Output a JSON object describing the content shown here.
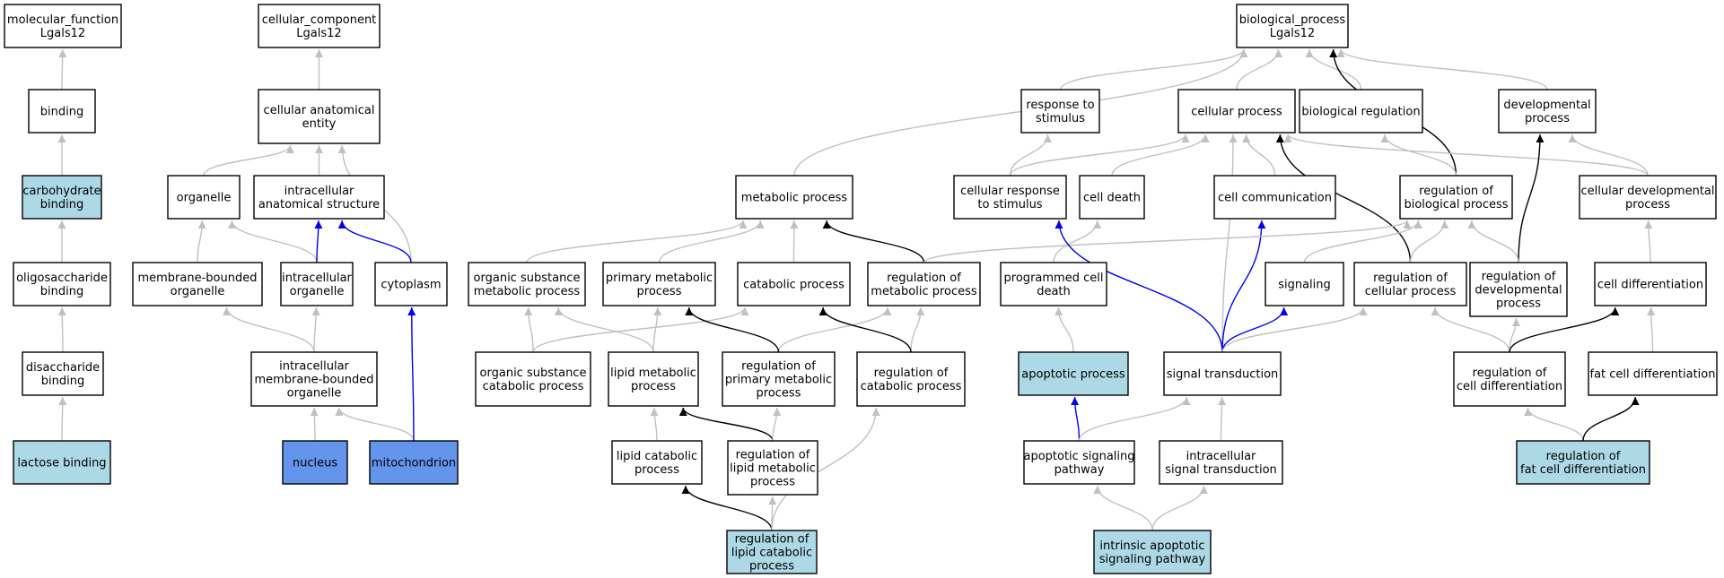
{
  "colors": {
    "plain": "#ffffff",
    "highlight": "#add8e6",
    "strong": "#6495ed",
    "edge_is_a": "#c0c0c0",
    "edge_regulates": "#000000",
    "edge_part_of": "#0000ee"
  },
  "nodes": [
    {
      "id": "mf",
      "lines": [
        "molecular_function",
        "Lgals12"
      ],
      "fill": "plain"
    },
    {
      "id": "binding",
      "lines": [
        "binding"
      ],
      "fill": "plain"
    },
    {
      "id": "carb",
      "lines": [
        "carbohydrate",
        "binding"
      ],
      "fill": "highlight"
    },
    {
      "id": "oligo",
      "lines": [
        "oligosaccharide",
        "binding"
      ],
      "fill": "plain"
    },
    {
      "id": "disacch",
      "lines": [
        "disaccharide",
        "binding"
      ],
      "fill": "plain"
    },
    {
      "id": "lactose",
      "lines": [
        "lactose binding"
      ],
      "fill": "highlight"
    },
    {
      "id": "cc",
      "lines": [
        "cellular_component",
        "Lgals12"
      ],
      "fill": "plain"
    },
    {
      "id": "cae",
      "lines": [
        "cellular anatomical",
        "entity"
      ],
      "fill": "plain"
    },
    {
      "id": "organelle",
      "lines": [
        "organelle"
      ],
      "fill": "plain"
    },
    {
      "id": "ias",
      "lines": [
        "intracellular",
        "anatomical structure"
      ],
      "fill": "plain"
    },
    {
      "id": "mbo",
      "lines": [
        "membrane-bounded",
        "organelle"
      ],
      "fill": "plain"
    },
    {
      "id": "io",
      "lines": [
        "intracellular",
        "organelle"
      ],
      "fill": "plain"
    },
    {
      "id": "cytoplasm",
      "lines": [
        "cytoplasm"
      ],
      "fill": "plain"
    },
    {
      "id": "imbo",
      "lines": [
        "intracellular",
        "membrane-bounded",
        "organelle"
      ],
      "fill": "plain"
    },
    {
      "id": "nucleus",
      "lines": [
        "nucleus"
      ],
      "fill": "strong"
    },
    {
      "id": "mito",
      "lines": [
        "mitochondrion"
      ],
      "fill": "strong"
    },
    {
      "id": "bp",
      "lines": [
        "biological_process",
        "Lgals12"
      ],
      "fill": "plain"
    },
    {
      "id": "rts",
      "lines": [
        "response to",
        "stimulus"
      ],
      "fill": "plain"
    },
    {
      "id": "cp",
      "lines": [
        "cellular process"
      ],
      "fill": "plain"
    },
    {
      "id": "br",
      "lines": [
        "biological regulation"
      ],
      "fill": "plain"
    },
    {
      "id": "dp",
      "lines": [
        "developmental",
        "process"
      ],
      "fill": "plain"
    },
    {
      "id": "mp",
      "lines": [
        "metabolic process"
      ],
      "fill": "plain"
    },
    {
      "id": "crs",
      "lines": [
        "cellular response",
        "to stimulus"
      ],
      "fill": "plain"
    },
    {
      "id": "cd",
      "lines": [
        "cell death"
      ],
      "fill": "plain"
    },
    {
      "id": "cc2",
      "lines": [
        "cell communication"
      ],
      "fill": "plain"
    },
    {
      "id": "rbp",
      "lines": [
        "regulation of",
        "biological process"
      ],
      "fill": "plain"
    },
    {
      "id": "cdp",
      "lines": [
        "cellular developmental",
        "process"
      ],
      "fill": "plain"
    },
    {
      "id": "osmp",
      "lines": [
        "organic substance",
        "metabolic process"
      ],
      "fill": "plain"
    },
    {
      "id": "pmp",
      "lines": [
        "primary metabolic",
        "process"
      ],
      "fill": "plain"
    },
    {
      "id": "catp",
      "lines": [
        "catabolic process"
      ],
      "fill": "plain"
    },
    {
      "id": "rmp",
      "lines": [
        "regulation of",
        "metabolic process"
      ],
      "fill": "plain"
    },
    {
      "id": "pcd",
      "lines": [
        "programmed cell",
        "death"
      ],
      "fill": "plain"
    },
    {
      "id": "sig",
      "lines": [
        "signaling"
      ],
      "fill": "plain"
    },
    {
      "id": "rcp",
      "lines": [
        "regulation of",
        "cellular process"
      ],
      "fill": "plain"
    },
    {
      "id": "rdp",
      "lines": [
        "regulation of",
        "developmental",
        "process"
      ],
      "fill": "plain"
    },
    {
      "id": "celldiff",
      "lines": [
        "cell differentiation"
      ],
      "fill": "plain"
    },
    {
      "id": "oscp",
      "lines": [
        "organic substance",
        "catabolic process"
      ],
      "fill": "plain"
    },
    {
      "id": "lmp",
      "lines": [
        "lipid metabolic",
        "process"
      ],
      "fill": "plain"
    },
    {
      "id": "rpmp",
      "lines": [
        "regulation of",
        "primary metabolic",
        "process"
      ],
      "fill": "plain"
    },
    {
      "id": "rcatp",
      "lines": [
        "regulation of",
        "catabolic process"
      ],
      "fill": "plain"
    },
    {
      "id": "ap",
      "lines": [
        "apoptotic process"
      ],
      "fill": "highlight"
    },
    {
      "id": "st",
      "lines": [
        "signal transduction"
      ],
      "fill": "plain"
    },
    {
      "id": "rcd",
      "lines": [
        "regulation of",
        "cell differentiation"
      ],
      "fill": "plain"
    },
    {
      "id": "fcd",
      "lines": [
        "fat cell differentiation"
      ],
      "fill": "plain"
    },
    {
      "id": "lcp",
      "lines": [
        "lipid catabolic",
        "process"
      ],
      "fill": "plain"
    },
    {
      "id": "rlmp",
      "lines": [
        "regulation of",
        "lipid metabolic",
        "process"
      ],
      "fill": "plain"
    },
    {
      "id": "asp",
      "lines": [
        "apoptotic signaling",
        "pathway"
      ],
      "fill": "plain"
    },
    {
      "id": "ist",
      "lines": [
        "intracellular",
        "signal transduction"
      ],
      "fill": "plain"
    },
    {
      "id": "rfcd",
      "lines": [
        "regulation of",
        "fat cell differentiation"
      ],
      "fill": "highlight"
    },
    {
      "id": "rlcp",
      "lines": [
        "regulation of",
        "lipid catabolic",
        "process"
      ],
      "fill": "highlight"
    },
    {
      "id": "iasp",
      "lines": [
        "intrinsic apoptotic",
        "signaling pathway"
      ],
      "fill": "highlight"
    }
  ],
  "edges": [
    {
      "from": "binding",
      "to": "mf",
      "type": "is_a"
    },
    {
      "from": "carb",
      "to": "binding",
      "type": "is_a"
    },
    {
      "from": "oligo",
      "to": "carb",
      "type": "is_a"
    },
    {
      "from": "disacch",
      "to": "oligo",
      "type": "is_a"
    },
    {
      "from": "lactose",
      "to": "disacch",
      "type": "is_a"
    },
    {
      "from": "cae",
      "to": "cc",
      "type": "is_a"
    },
    {
      "from": "organelle",
      "to": "cae",
      "type": "is_a"
    },
    {
      "from": "ias",
      "to": "cae",
      "type": "is_a"
    },
    {
      "from": "cytoplasm",
      "to": "cae",
      "type": "is_a"
    },
    {
      "from": "mbo",
      "to": "organelle",
      "type": "is_a"
    },
    {
      "from": "io",
      "to": "organelle",
      "type": "is_a"
    },
    {
      "from": "io",
      "to": "ias",
      "type": "part_of"
    },
    {
      "from": "cytoplasm",
      "to": "ias",
      "type": "part_of"
    },
    {
      "from": "imbo",
      "to": "mbo",
      "type": "is_a"
    },
    {
      "from": "imbo",
      "to": "io",
      "type": "is_a"
    },
    {
      "from": "nucleus",
      "to": "imbo",
      "type": "is_a"
    },
    {
      "from": "mito",
      "to": "imbo",
      "type": "is_a"
    },
    {
      "from": "mito",
      "to": "cytoplasm",
      "type": "part_of"
    },
    {
      "from": "rts",
      "to": "bp",
      "type": "is_a"
    },
    {
      "from": "cp",
      "to": "bp",
      "type": "is_a"
    },
    {
      "from": "br",
      "to": "bp",
      "type": "is_a"
    },
    {
      "from": "dp",
      "to": "bp",
      "type": "is_a"
    },
    {
      "from": "mp",
      "to": "bp",
      "type": "is_a"
    },
    {
      "from": "rbp",
      "to": "bp",
      "type": "regulates"
    },
    {
      "from": "crs",
      "to": "rts",
      "type": "is_a"
    },
    {
      "from": "crs",
      "to": "cp",
      "type": "is_a"
    },
    {
      "from": "cd",
      "to": "cp",
      "type": "is_a"
    },
    {
      "from": "cc2",
      "to": "cp",
      "type": "is_a"
    },
    {
      "from": "st",
      "to": "cp",
      "type": "is_a"
    },
    {
      "from": "rcp",
      "to": "cp",
      "type": "regulates"
    },
    {
      "from": "cdp",
      "to": "cp",
      "type": "is_a"
    },
    {
      "from": "rbp",
      "to": "br",
      "type": "is_a"
    },
    {
      "from": "cdp",
      "to": "dp",
      "type": "is_a"
    },
    {
      "from": "rdp",
      "to": "dp",
      "type": "regulates"
    },
    {
      "from": "osmp",
      "to": "mp",
      "type": "is_a"
    },
    {
      "from": "pmp",
      "to": "mp",
      "type": "is_a"
    },
    {
      "from": "catp",
      "to": "mp",
      "type": "is_a"
    },
    {
      "from": "rmp",
      "to": "mp",
      "type": "regulates"
    },
    {
      "from": "pcd",
      "to": "cd",
      "type": "is_a"
    },
    {
      "from": "st",
      "to": "cc2",
      "type": "part_of"
    },
    {
      "from": "sig",
      "to": "rbp",
      "type": "is_a"
    },
    {
      "from": "rcp",
      "to": "rbp",
      "type": "is_a"
    },
    {
      "from": "rdp",
      "to": "rbp",
      "type": "is_a"
    },
    {
      "from": "rmp",
      "to": "rbp",
      "type": "is_a"
    },
    {
      "from": "celldiff",
      "to": "cdp",
      "type": "is_a"
    },
    {
      "from": "oscp",
      "to": "osmp",
      "type": "is_a"
    },
    {
      "from": "lmp",
      "to": "osmp",
      "type": "is_a"
    },
    {
      "from": "lmp",
      "to": "pmp",
      "type": "is_a"
    },
    {
      "from": "oscp",
      "to": "catp",
      "type": "is_a"
    },
    {
      "from": "rpmp",
      "to": "rmp",
      "type": "is_a"
    },
    {
      "from": "rpmp",
      "to": "pmp",
      "type": "regulates"
    },
    {
      "from": "rcatp",
      "to": "rmp",
      "type": "is_a"
    },
    {
      "from": "rcatp",
      "to": "catp",
      "type": "regulates"
    },
    {
      "from": "ap",
      "to": "pcd",
      "type": "is_a"
    },
    {
      "from": "st",
      "to": "sig",
      "type": "part_of"
    },
    {
      "from": "st",
      "to": "crs",
      "type": "part_of"
    },
    {
      "from": "st",
      "to": "rcp",
      "type": "is_a"
    },
    {
      "from": "rcd",
      "to": "rcp",
      "type": "is_a"
    },
    {
      "from": "rcd",
      "to": "rdp",
      "type": "is_a"
    },
    {
      "from": "rcd",
      "to": "celldiff",
      "type": "regulates"
    },
    {
      "from": "fcd",
      "to": "celldiff",
      "type": "is_a"
    },
    {
      "from": "lcp",
      "to": "lmp",
      "type": "is_a"
    },
    {
      "from": "rlmp",
      "to": "lmp",
      "type": "regulates"
    },
    {
      "from": "rlmp",
      "to": "rpmp",
      "type": "is_a"
    },
    {
      "from": "asp",
      "to": "ap",
      "type": "part_of"
    },
    {
      "from": "asp",
      "to": "st",
      "type": "is_a"
    },
    {
      "from": "ist",
      "to": "st",
      "type": "is_a"
    },
    {
      "from": "rfcd",
      "to": "rcd",
      "type": "is_a"
    },
    {
      "from": "rfcd",
      "to": "fcd",
      "type": "regulates"
    },
    {
      "from": "rlcp",
      "to": "lcp",
      "type": "regulates"
    },
    {
      "from": "rlcp",
      "to": "rlmp",
      "type": "is_a"
    },
    {
      "from": "rlcp",
      "to": "rcatp",
      "type": "is_a"
    },
    {
      "from": "iasp",
      "to": "asp",
      "type": "is_a"
    },
    {
      "from": "iasp",
      "to": "ist",
      "type": "is_a"
    }
  ]
}
